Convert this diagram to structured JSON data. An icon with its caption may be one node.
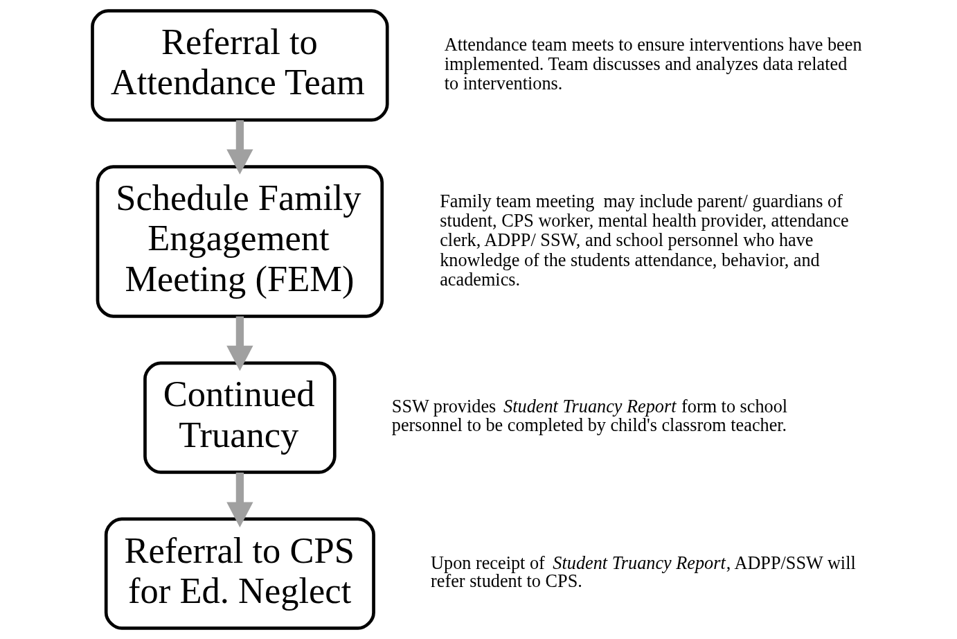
{
  "diagram": {
    "nodes": [
      {
        "text": [
          "Referral to Attendance Team"
        ],
        "beside": [
          "Attendance team meets to ensure interventions have been implemented. Team discusses and analyzes data related to interventions."
        ]
      },
      {
        "text": [
          "Schedule Family Engagement Meeting (FEM)"
        ],
        "beside": [
          "Family team meeting  may include parent/ guardians of student, CPS worker, mental health provider, attendance clerk, ADPP/ SSW, and school personnel who have knowledge of the students attendance, behavior, and academics."
        ]
      },
      {
        "text": [
          "Continued Truancy"
        ],
        "beside": [
          "SSW provides *Student Truancy Report* form to school personnel to be completed by child's classrom teacher."
        ]
      },
      {
        "text": [
          "Referral to CPS for Ed. Neglect"
        ],
        "beside": [
          "Upon receipt of *Student Truancy Report*, ADPP/SSW will refer student to CPS."
        ]
      }
    ],
    "edges": [
      {
        "from": 0,
        "to": 1,
        "arrow": "to"
      },
      {
        "from": 1,
        "to": 2,
        "arrow": "to"
      },
      {
        "from": 2,
        "to": 3,
        "arrow": "to"
      }
    ]
  }
}
